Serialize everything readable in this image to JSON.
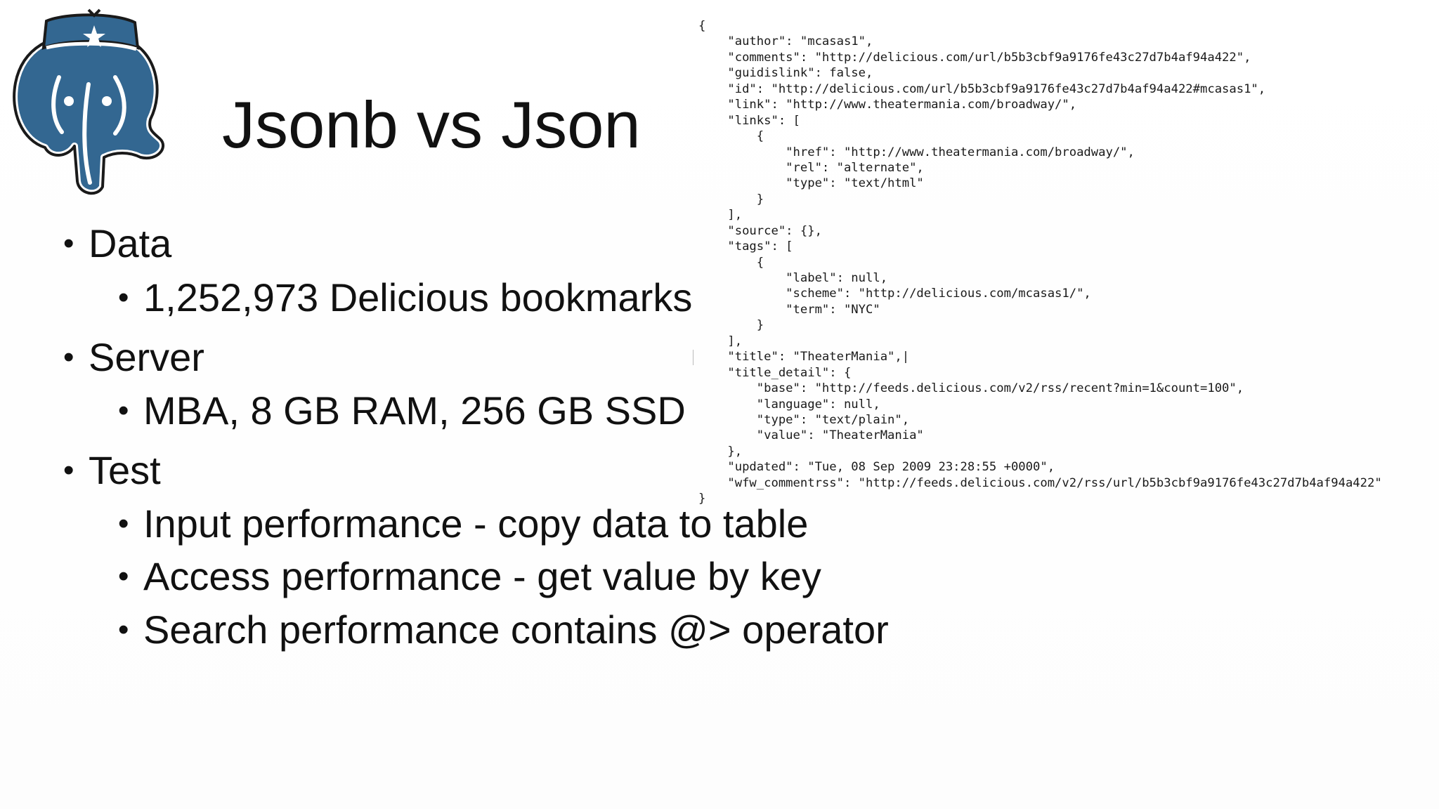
{
  "slide": {
    "title": "Jsonb vs Json",
    "logo": {
      "icon": "postgresql-elephant-icon",
      "color": "#336791"
    },
    "bullets": [
      {
        "level": 1,
        "text": "Data"
      },
      {
        "level": 2,
        "text": "1,252,973 Delicious bookmarks"
      },
      {
        "level": 1,
        "text": "Server"
      },
      {
        "level": 2,
        "text": "MBA, 8 GB RAM, 256 GB SSD"
      },
      {
        "level": 1,
        "text": "Test"
      },
      {
        "level": 2,
        "text": "Input performance  - copy data to table"
      },
      {
        "level": 2,
        "text": "Access performance - get value by key"
      },
      {
        "level": 2,
        "text": "Search performance  contains @> operator"
      }
    ],
    "json_lines": [
      "{",
      "    \"author\": \"mcasas1\",",
      "    \"comments\": \"http://delicious.com/url/b5b3cbf9a9176fe43c27d7b4af94a422\",",
      "    \"guidislink\": false,",
      "    \"id\": \"http://delicious.com/url/b5b3cbf9a9176fe43c27d7b4af94a422#mcasas1\",",
      "    \"link\": \"http://www.theatermania.com/broadway/\",",
      "    \"links\": [",
      "        {",
      "            \"href\": \"http://www.theatermania.com/broadway/\",",
      "            \"rel\": \"alternate\",",
      "            \"type\": \"text/html\"",
      "        }",
      "    ],",
      "    \"source\": {},",
      "    \"tags\": [",
      "        {",
      "            \"label\": null,",
      "            \"scheme\": \"http://delicious.com/mcasas1/\",",
      "            \"term\": \"NYC\"",
      "        }",
      "    ],",
      "    \"title\": \"TheaterMania\",|",
      "    \"title_detail\": {",
      "        \"base\": \"http://feeds.delicious.com/v2/rss/recent?min=1&count=100\",",
      "        \"language\": null,",
      "        \"type\": \"text/plain\",",
      "        \"value\": \"TheaterMania\"",
      "    },",
      "    \"updated\": \"Tue, 08 Sep 2009 23:28:55 +0000\",",
      "    \"wfw_commentrss\": \"http://feeds.delicious.com/v2/rss/url/b5b3cbf9a9176fe43c27d7b4af94a422\"",
      "}"
    ]
  }
}
